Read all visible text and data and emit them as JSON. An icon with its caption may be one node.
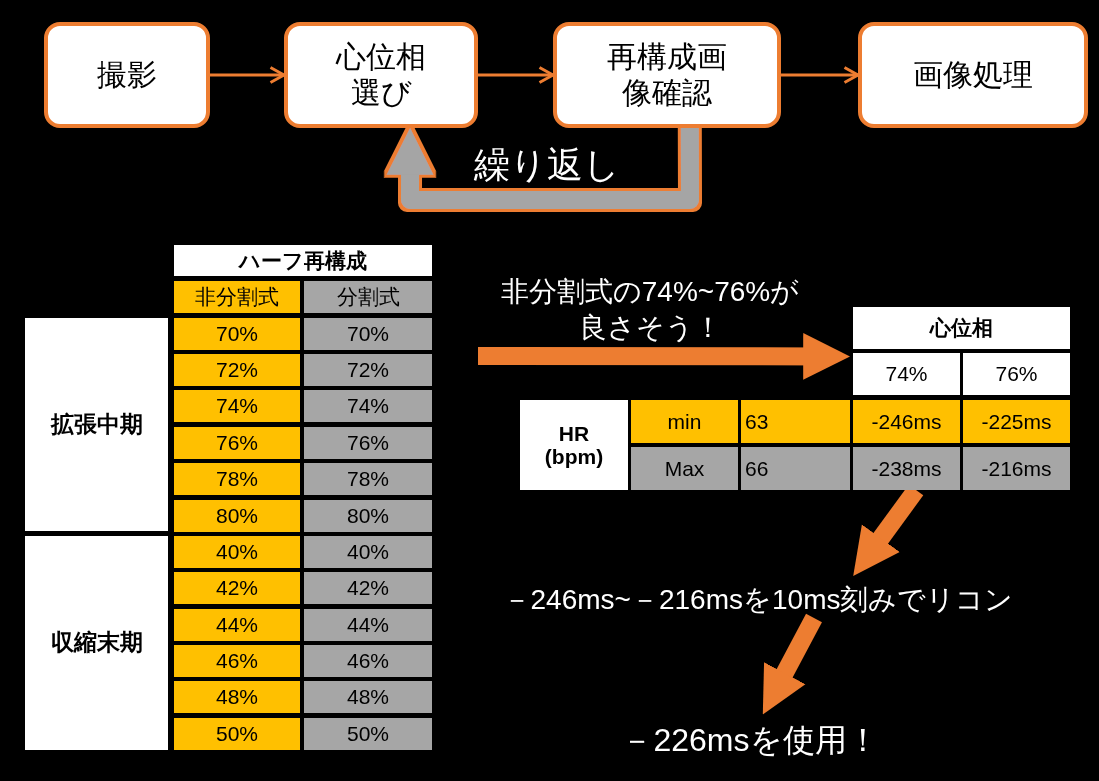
{
  "diagram": {
    "nodes": [
      {
        "text": [
          "撮影"
        ]
      },
      {
        "text": [
          "心位相選び"
        ]
      },
      {
        "text": [
          "再構成画像確認"
        ]
      },
      {
        "text": [
          "画像処理"
        ]
      },
      {
        "text": [
          "－246ms~－216msを10ms刻みでリコン"
        ]
      },
      {
        "text": [
          "－226msを使用！"
        ]
      },
      {
        "text": [
          "心位相",
          "74%",
          "76%",
          "HR (bpm)",
          "min",
          "63",
          "-246ms",
          "-225ms",
          "Max",
          "66",
          "-238ms",
          "-216ms"
        ]
      }
    ],
    "edges": [
      {
        "from": 0,
        "to": 1,
        "arrow": "to"
      },
      {
        "from": 1,
        "to": 2,
        "arrow": "to"
      },
      {
        "from": 2,
        "to": 3,
        "arrow": "to"
      },
      {
        "from": 2,
        "to": 1,
        "arrow": "to",
        "label": "繰り返し",
        "color": "#a5a5a5"
      },
      {
        "from": null,
        "to": 6,
        "arrow": "to",
        "label": "非分割式の74%~76%が良さそう！"
      },
      {
        "from": 6,
        "to": 4,
        "arrow": "to"
      },
      {
        "from": 4,
        "to": 5,
        "arrow": "to"
      }
    ],
    "labels": [
      "ハーフ再構成",
      "非分割式",
      "分割式",
      "拡張中期",
      "70%",
      "70%",
      "72%",
      "72%",
      "74%",
      "74%",
      "76%",
      "76%",
      "78%",
      "78%",
      "80%",
      "80%",
      "収縮末期",
      "40%",
      "40%",
      "42%",
      "42%",
      "44%",
      "44%",
      "46%",
      "46%",
      "48%",
      "48%",
      "50%",
      "50%"
    ]
  }
}
